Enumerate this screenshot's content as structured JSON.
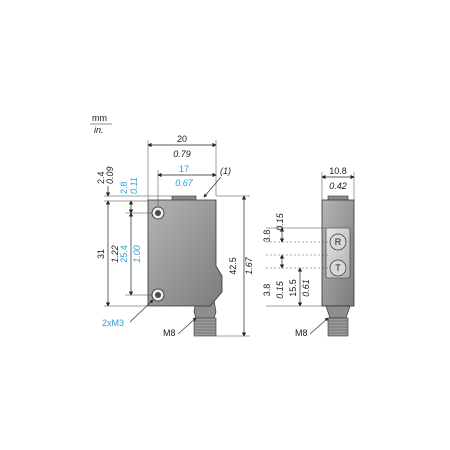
{
  "units": {
    "metric": "mm",
    "imperial": "in."
  },
  "note_marker": "(1)",
  "front_view": {
    "width_mm": "20",
    "width_in": "0.79",
    "hole_spacing_mm": "17",
    "hole_spacing_in": "0.67",
    "top_offset_mm": "2.4",
    "top_offset_in": "0.09",
    "hole_offset_mm": "2.8",
    "hole_offset_in": "0.11",
    "height_mm": "31",
    "height_in": "1.22",
    "hole_pitch_mm": "25.4",
    "hole_pitch_in": "1.00",
    "total_height_mm": "42.5",
    "total_height_in": "1.67",
    "holes_label": "2xM3",
    "connector_label": "M8"
  },
  "side_view": {
    "width_mm": "10.8",
    "width_in": "0.42",
    "lens_top_mm": "3.8",
    "lens_top_in": "0.15",
    "lens_bottom_mm": "3.8",
    "lens_bottom_in": "0.15",
    "lens_spacing_mm": "15.5",
    "lens_spacing_in": "0.61",
    "receiver_label": "R",
    "transmitter_label": "T",
    "connector_label": "M8"
  },
  "colors": {
    "accent": "#2a9fd6",
    "line": "#222222",
    "body": "#9a9a9a"
  }
}
